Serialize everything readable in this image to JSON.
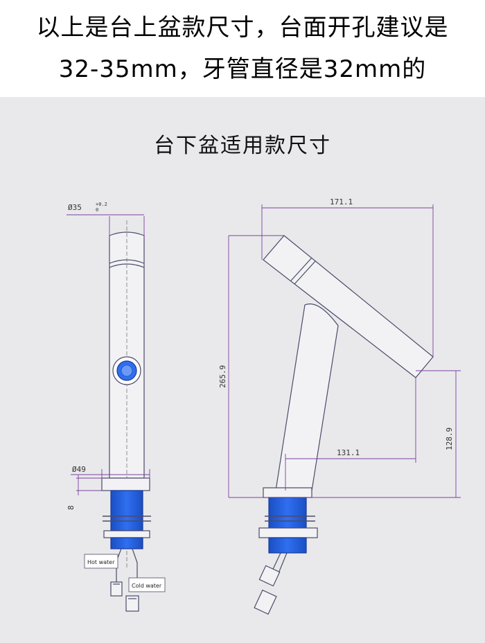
{
  "header": {
    "line1": "以上是台上盆款尺寸，台面开孔建议是",
    "line2": "32-35mm，牙管直径是32mm的"
  },
  "drawing": {
    "subtitle": "台下盆适用款尺寸",
    "dims": {
      "bore": "Ø35",
      "bore_tol_upper": "+0.2",
      "bore_tol_lower": "0",
      "base_diameter": "Ø49",
      "base_height": "8",
      "spout_reach": "171.1",
      "total_height": "265.9",
      "spout_height": "128.9",
      "outlet_offset": "131.1"
    },
    "labels": {
      "hot": "Hot water",
      "cold": "Cold water"
    },
    "colors": {
      "line": "#4a4a6a",
      "dim_line": "#7b3fa0",
      "accent": "#1f5fd6",
      "panel": "#e9e9eb"
    }
  }
}
